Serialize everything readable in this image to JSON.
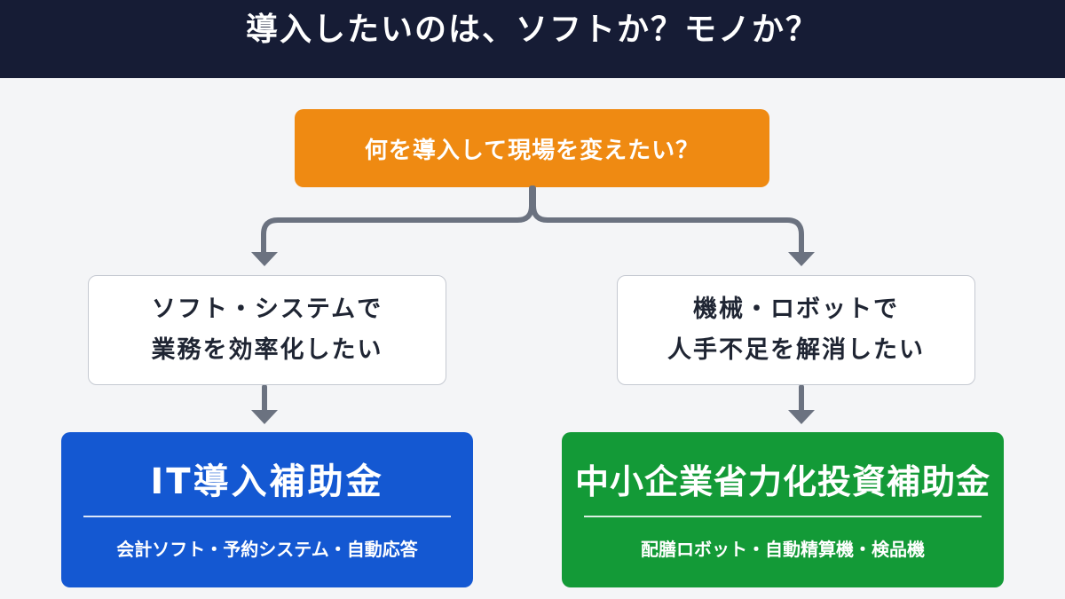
{
  "header": {
    "title": "導入したいのは、ソフトか？モノか？"
  },
  "question": {
    "label": "何を導入して現場を変えたい？"
  },
  "choices": {
    "left": {
      "line1": "ソフト・システムで",
      "line2": "業務を効率化したい"
    },
    "right": {
      "line1": "機械・ロボットで",
      "line2": "人手不足を解消したい"
    }
  },
  "results": {
    "it": {
      "title": "IT導入補助金",
      "desc": "会計ソフト・予約システム・自動応答"
    },
    "mono": {
      "title": "中小企業省力化投資補助金",
      "desc": "配膳ロボット・自動精算機・検品機"
    }
  },
  "colors": {
    "header_bg": "#161c35",
    "question_bg": "#ef8a12",
    "it_bg": "#1458d2",
    "mono_bg": "#139a37",
    "connector": "#6b7280"
  }
}
